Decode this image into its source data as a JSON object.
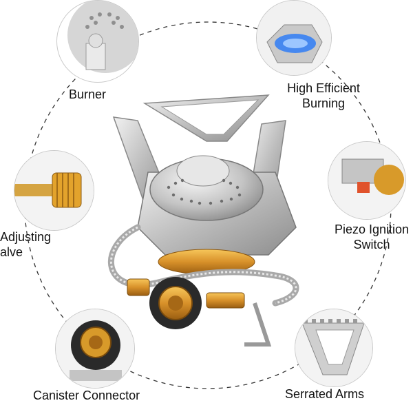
{
  "features": {
    "burner": {
      "label": "Burner",
      "icon": "burner-closeup"
    },
    "burning": {
      "line1": "High Efficient",
      "line2": "Burning",
      "icon": "blue-flame-closeup"
    },
    "ignition": {
      "line1": "Piezo Ignition",
      "line2": "Switch",
      "icon": "ignition-switch-closeup"
    },
    "valve": {
      "line1": "Adjusting",
      "line2": "alve",
      "icon": "brass-valve-knob-closeup"
    },
    "connector": {
      "label": "Canister Connector",
      "icon": "threaded-connector-closeup"
    },
    "arms": {
      "label": "Serrated Arms",
      "icon": "serrated-arm-closeup"
    }
  },
  "product": {
    "name": "portable folding gas camping stove",
    "colors": {
      "steel": "#c8c8c8",
      "brass": "#d89a2a",
      "flame": "#2f7cf6",
      "ignition_button": "#e0522b"
    }
  }
}
